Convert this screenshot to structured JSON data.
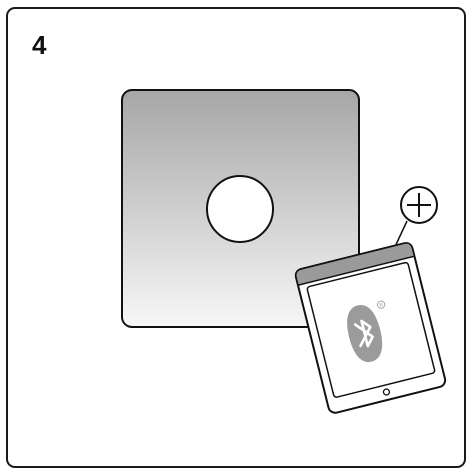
{
  "step": {
    "number": "4"
  },
  "illustration": {
    "device": "speaker-top-panel",
    "panel_button": "round-button",
    "phone_screen_icon": "bluetooth-icon",
    "registered_mark": "®",
    "action_symbol": "plus-in-circle-icon"
  },
  "colors": {
    "frame_border": "#1a1a1a",
    "panel_gradient_top": "#a6a6a6",
    "panel_gradient_bottom": "#f7f7f7",
    "phone_top_bar": "#9a9a9a",
    "bluetooth_badge": "#9b9b9b"
  }
}
